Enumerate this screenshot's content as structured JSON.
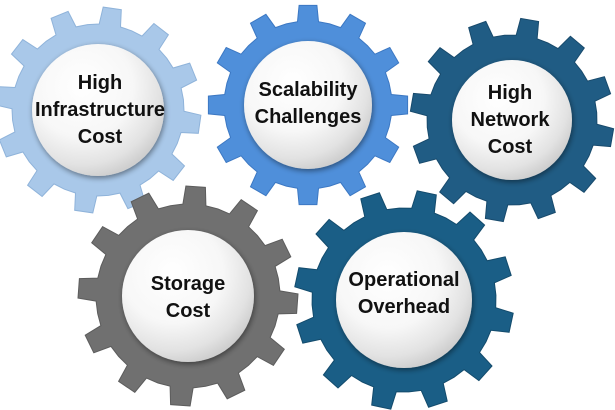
{
  "gears": [
    {
      "id": "gear-high-infrastructure-cost",
      "lines": [
        "High",
        "Infrastructure",
        "Cost"
      ],
      "color": "#a9c8e9",
      "color_dark": "#8fb3da"
    },
    {
      "id": "gear-scalability-challenges",
      "lines": [
        "Scalability",
        "Challenges"
      ],
      "color": "#4f8fda",
      "color_dark": "#3c78c3"
    },
    {
      "id": "gear-high-network-cost",
      "lines": [
        "High",
        "Network",
        "Cost"
      ],
      "color": "#205c84",
      "color_dark": "#184a6c"
    },
    {
      "id": "gear-storage-cost",
      "lines": [
        "Storage",
        "Cost"
      ],
      "color": "#707070",
      "color_dark": "#5c5c5c"
    },
    {
      "id": "gear-operational-overhead",
      "lines": [
        "Operational",
        "Overhead"
      ],
      "color": "#1a5e86",
      "color_dark": "#134b6c"
    }
  ]
}
